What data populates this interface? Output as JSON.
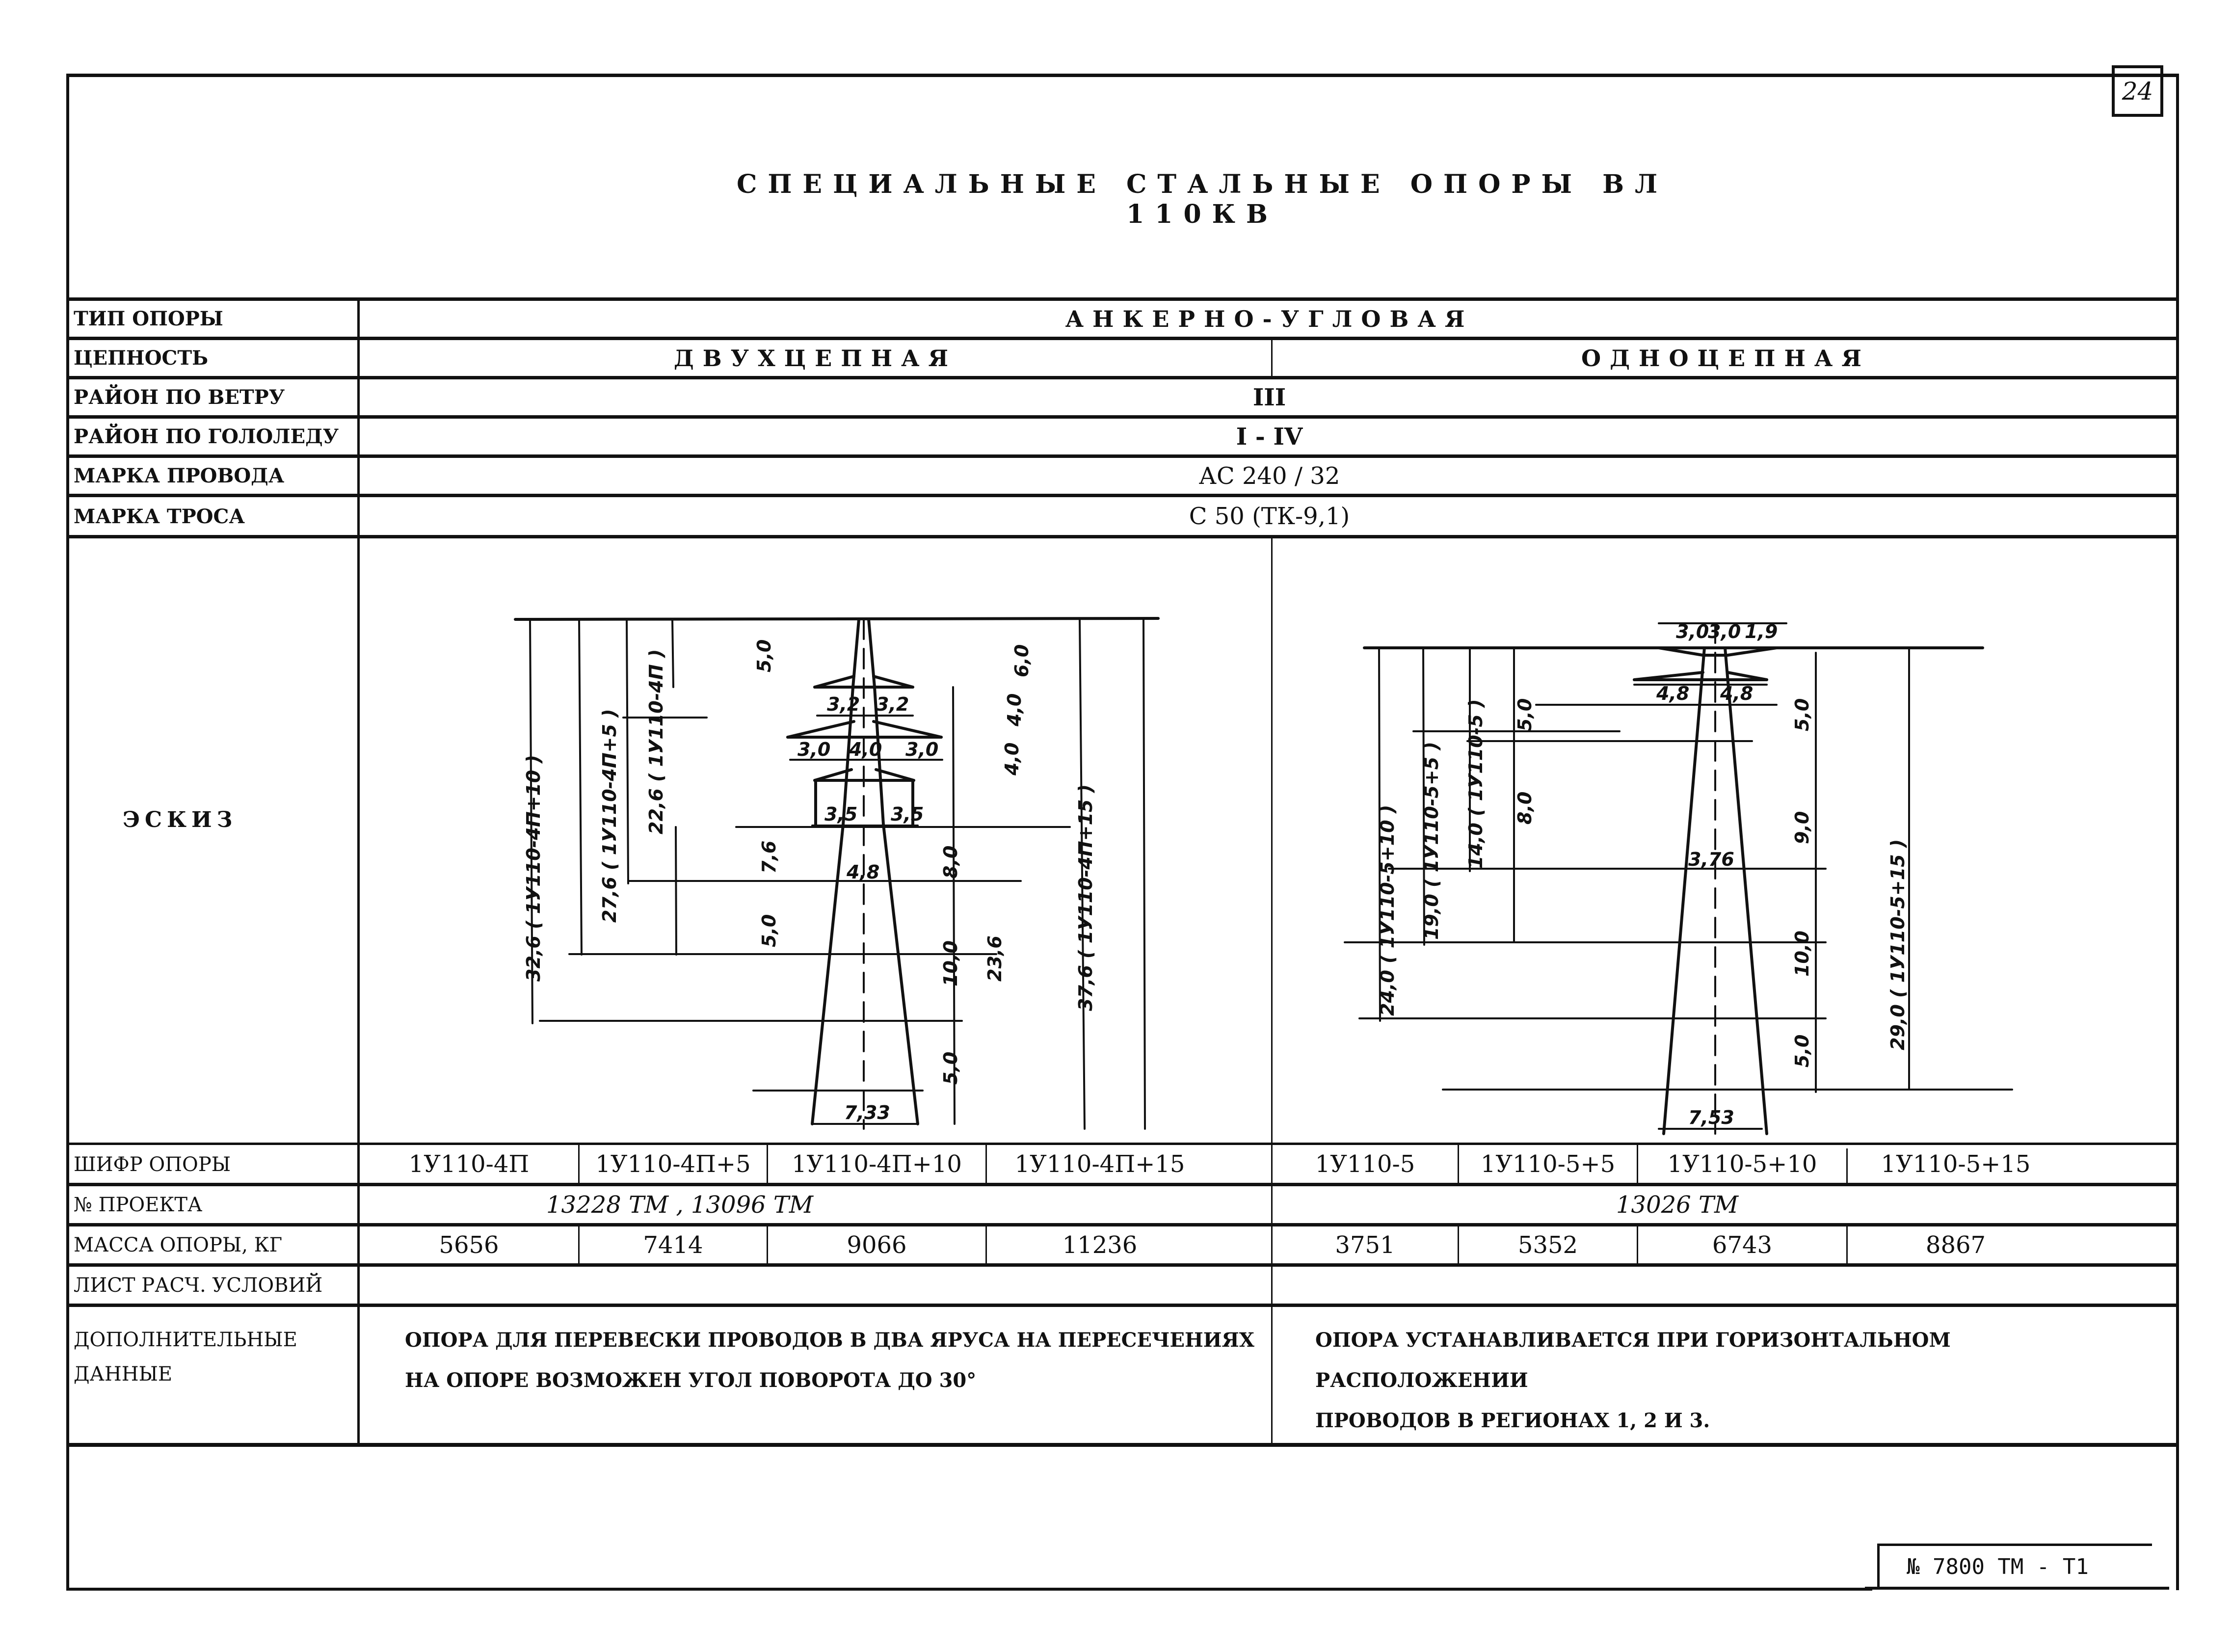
{
  "page": {
    "title": "СПЕЦИАЛЬНЫЕ СТАЛЬНЫЕ ОПОРЫ ВЛ 110КВ",
    "page_number": "24",
    "stamp": "№ 7800 ТМ - Т1"
  },
  "table": {
    "labels": {
      "type": "ТИП ОПОРЫ",
      "circuits": "ЦЕПНОСТЬ",
      "wind_region": "РАЙОН ПО ВЕТРУ",
      "ice_region": "РАЙОН ПО ГОЛОЛЕДУ",
      "wire_grade": "МАРКА ПРОВОДА",
      "cable_grade": "МАРКА ТРОСА",
      "sketch": "ЭСКИЗ",
      "tower_code": "ШИФР ОПОРЫ",
      "project_no": "№ ПРОЕКТА",
      "mass": "МАССА ОПОРЫ, КГ",
      "calc_sheet": "ЛИСТ РАСЧ. УСЛОВИЙ",
      "extra_1": "ДОПОЛНИТЕЛЬНЫЕ",
      "extra_2": "ДАННЫЕ"
    },
    "type_value": "АНКЕРНО-УГЛОВАЯ",
    "wind_value": "III",
    "ice_value": "I - IV",
    "wire_value": "АС 240 / 32",
    "cable_value": "С 50 (ТК-9,1)",
    "left": {
      "circuits": "ДВУХЦЕПНАЯ",
      "codes": [
        "1У110-4П",
        "1У110-4П+5",
        "1У110-4П+10",
        "1У110-4П+15"
      ],
      "project": "13228 ТМ , 13096 ТМ",
      "masses": [
        "5656",
        "7414",
        "9066",
        "11236"
      ],
      "calc_sheet": "",
      "note_line1": "ОПОРА ДЛЯ ПЕРЕВЕСКИ ПРОВОДОВ В ДВА ЯРУСА НА ПЕРЕСЕЧЕНИЯХ",
      "note_line2": "НА ОПОРЕ ВОЗМОЖЕН УГОЛ ПОВОРОТА ДО 30°"
    },
    "right": {
      "circuits": "ОДНОЦЕПНАЯ",
      "codes": [
        "1У110-5",
        "1У110-5+5",
        "1У110-5+10",
        "1У110-5+15"
      ],
      "project": "13026 ТМ",
      "masses": [
        "3751",
        "5352",
        "6743",
        "8867"
      ],
      "calc_sheet": "",
      "note_line1": "ОПОРА УСТАНАВЛИВАЕТСЯ ПРИ ГОРИЗОНТАЛЬНОМ РАСПОЛОЖЕНИИ",
      "note_line2": "ПРОВОДОВ В РЕГИОНАХ 1, 2 И 3."
    }
  },
  "sketch_left": {
    "dims": {
      "h1": "32,6 ( 1У110-4П+10 )",
      "h2": "27,6 ( 1У110-4П+5 )",
      "h3": "22,6 ( 1У110-4П )",
      "h4": "37,6 ( 1У110-4П+15 )",
      "top": "5,0",
      "top_r": "6,0",
      "mid1": "4,0",
      "mid2": "4,0",
      "s76": "7,6",
      "s80": "8,0",
      "s50a": "5,0",
      "s100": "10,0",
      "s50b": "5,0",
      "s236": "23,6",
      "arm1l": "3,2",
      "arm1r": "3,2",
      "arm2l": "3,0",
      "arm2c": "4,0",
      "arm2r": "3,0",
      "arm3l": "3,5",
      "arm3r": "3,5",
      "waist": "4,8",
      "base": "7,33"
    }
  },
  "sketch_right": {
    "dims": {
      "h1": "24,0 ( 1У110-5+10 )",
      "h2": "19,0 ( 1У110-5+5 )",
      "h3": "14,0 ( 1У110-5 )",
      "h4": "29,0 ( 1У110-5+15 )",
      "s50l": "5,0",
      "s80": "8,0",
      "s50r": "5,0",
      "s90": "9,0",
      "s100": "10,0",
      "s50b": "5,0",
      "top_a": "3,0",
      "top_b": "3,0",
      "top_c": "1,9",
      "arm_l": "4,8",
      "arm_r": "4,8",
      "waist": "3,76",
      "base": "7,53"
    }
  }
}
